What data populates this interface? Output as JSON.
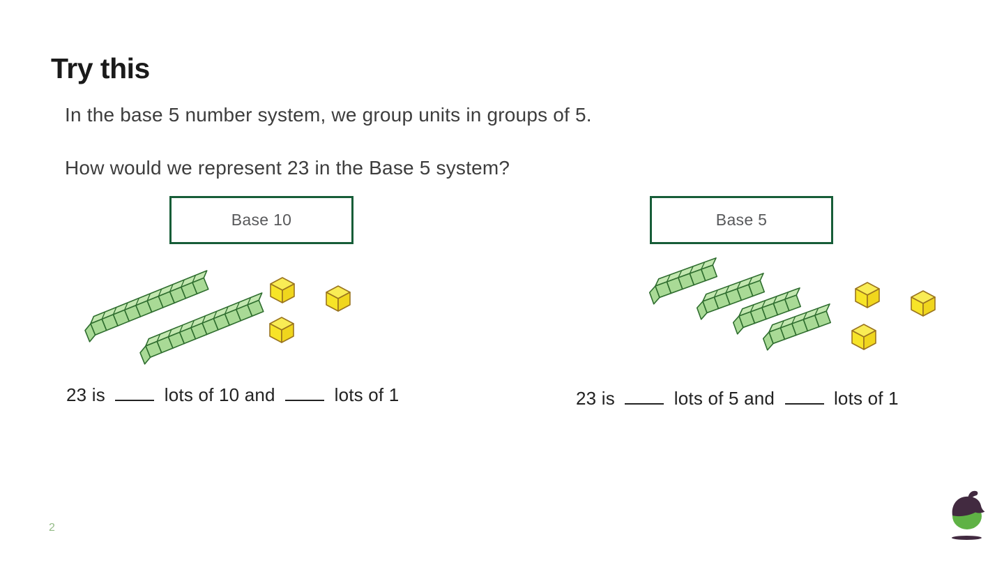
{
  "slide": {
    "title": "Try this",
    "line1": "In the base 5 number system, we group units in groups of 5.",
    "line2": "How would we represent 23 in the Base 5 system?",
    "page_number": "2"
  },
  "panels": {
    "base10": {
      "label": "Base 10",
      "blocks": {
        "rods": 2,
        "cubes_per_rod": 10,
        "unit_cubes": 3
      },
      "fill_in": {
        "prefix": "23 is",
        "middle": "lots of 10 and",
        "suffix": "lots of 1"
      }
    },
    "base5": {
      "label": "Base 5",
      "blocks": {
        "rods": 4,
        "cubes_per_rod": 5,
        "unit_cubes": 3
      },
      "fill_in": {
        "prefix": "23 is",
        "middle": "lots of 5 and",
        "suffix": "lots of 1"
      }
    }
  },
  "colors": {
    "box_border_green": "#175d38",
    "rod_green": "#a9da96",
    "rod_green_top": "#c3e7b0",
    "rod_outline": "#2e6d2e",
    "unit_yellow": "#f7e428",
    "unit_yellow_top": "#f9ec55",
    "unit_yellow_side": "#f0d61d",
    "unit_outline": "#9a741f",
    "logo_plum": "#422a40",
    "logo_green": "#5fb245",
    "page_number_green": "#93bb86"
  },
  "logo": {
    "name": "acorn-logo"
  }
}
